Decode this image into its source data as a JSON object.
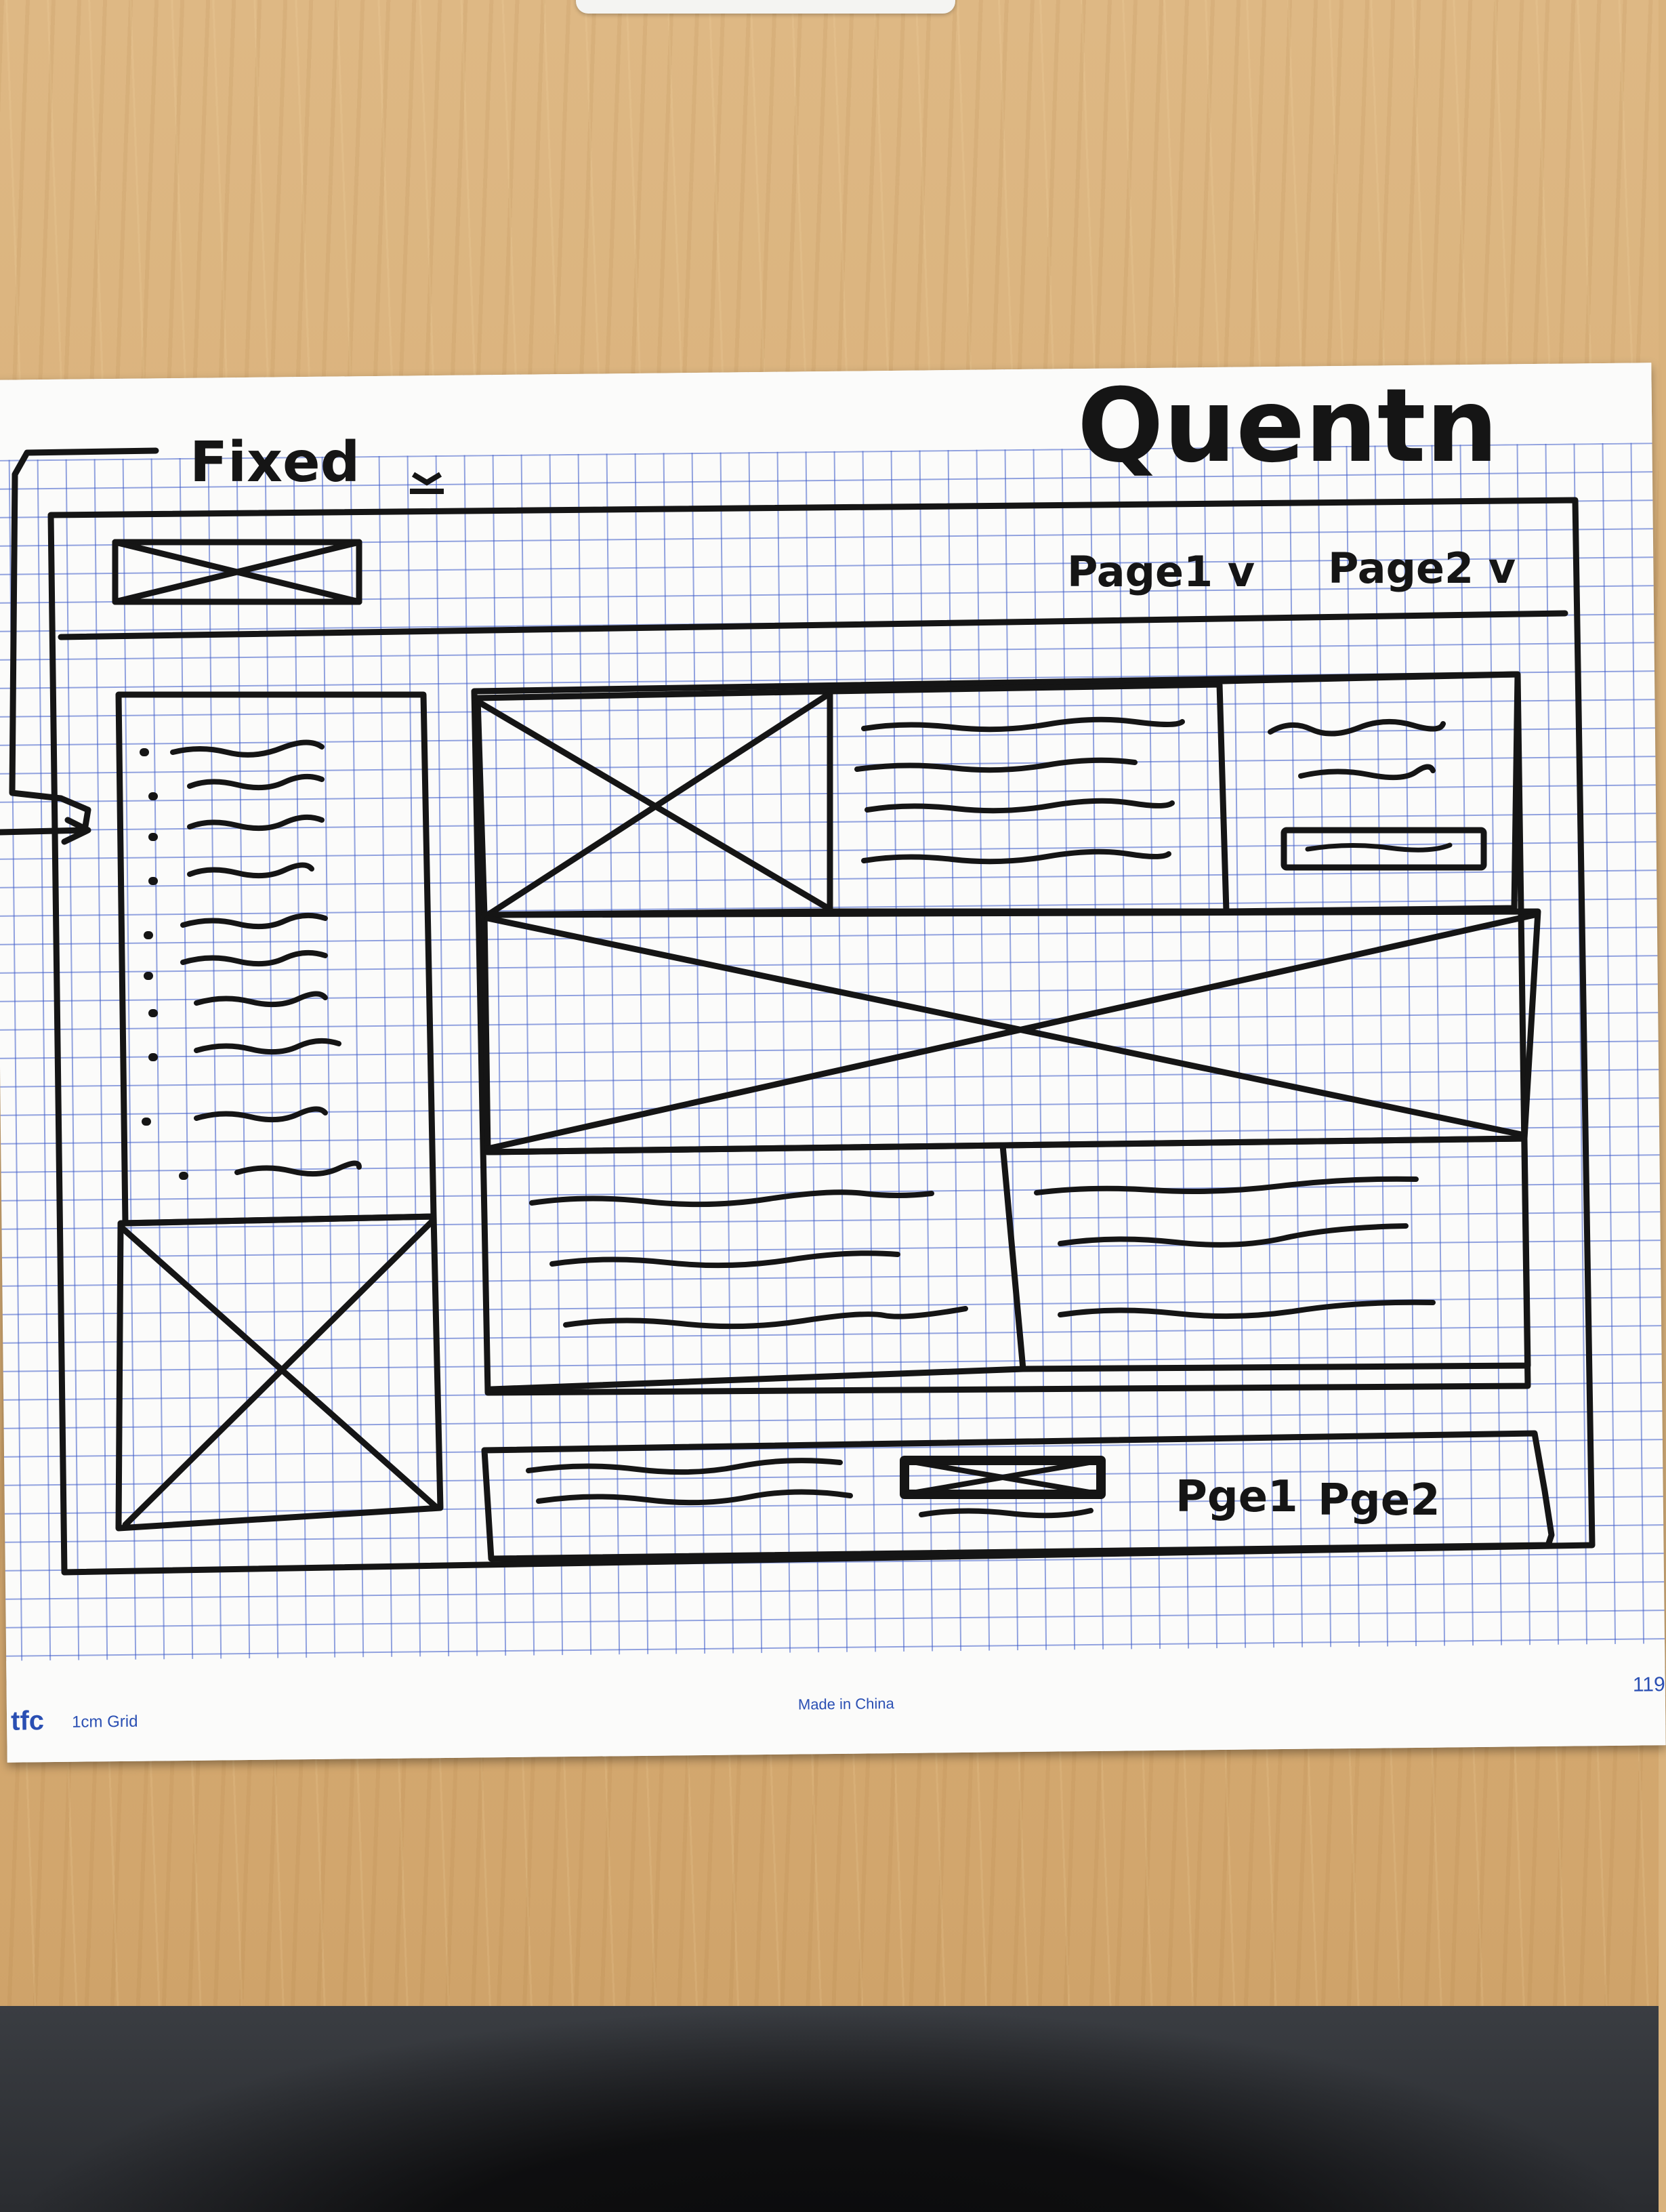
{
  "sketch": {
    "header_left_label": "Fixed",
    "header_right_title": "Quentn",
    "nav": {
      "items": [
        "Page1 v",
        "Page2 v"
      ]
    },
    "footer_nav": [
      "Pge1",
      "Pge2"
    ]
  },
  "paper": {
    "brand": "tfc",
    "grid_label": "1cm Grid",
    "made_in": "Made in China",
    "page_number": "119"
  },
  "colors": {
    "ink": "#151515",
    "grid": "#3c5ac8",
    "paper": "#fbfbfa",
    "table": "#d9b27c"
  },
  "icons": [
    "image-placeholder-x",
    "arrow-down-icon",
    "chevron-down-icon"
  ]
}
